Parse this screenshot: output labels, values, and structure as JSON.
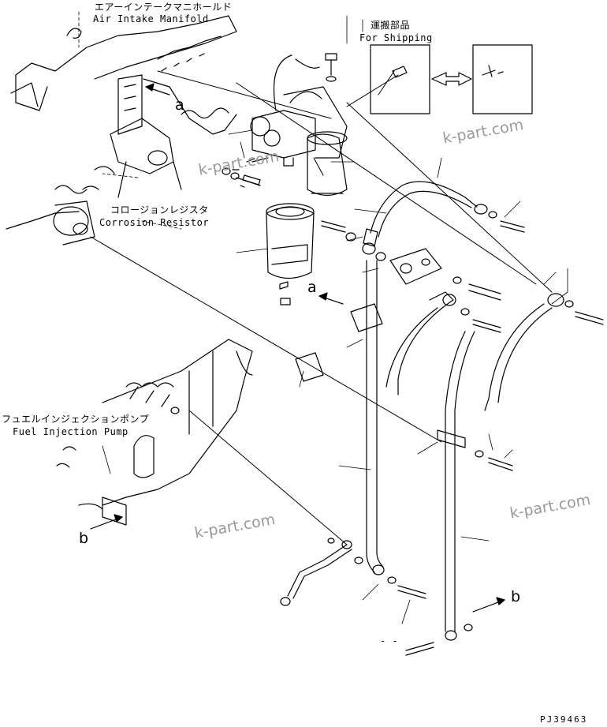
{
  "labels": {
    "air_intake_jp": "エアーインテークマニホールド",
    "air_intake_en": "Air Intake Manifold",
    "shipping_jp": "運搬部品",
    "shipping_en": "For Shipping",
    "corrosion_jp": "コロージョンレジスタ",
    "corrosion_en": "Corrosion Resistor",
    "fuel_pump_jp": "フュエルインジェクションポンプ",
    "fuel_pump_en": "Fuel Injection Pump"
  },
  "refs": {
    "a1": "a",
    "a2": "a",
    "b1": "b",
    "b2": "b"
  },
  "watermarks": [
    "k-part.com",
    "k-part.com",
    "k-part.com",
    "k-part.com"
  ],
  "drawing_code": "PJ39463",
  "dash_mark": "- -"
}
